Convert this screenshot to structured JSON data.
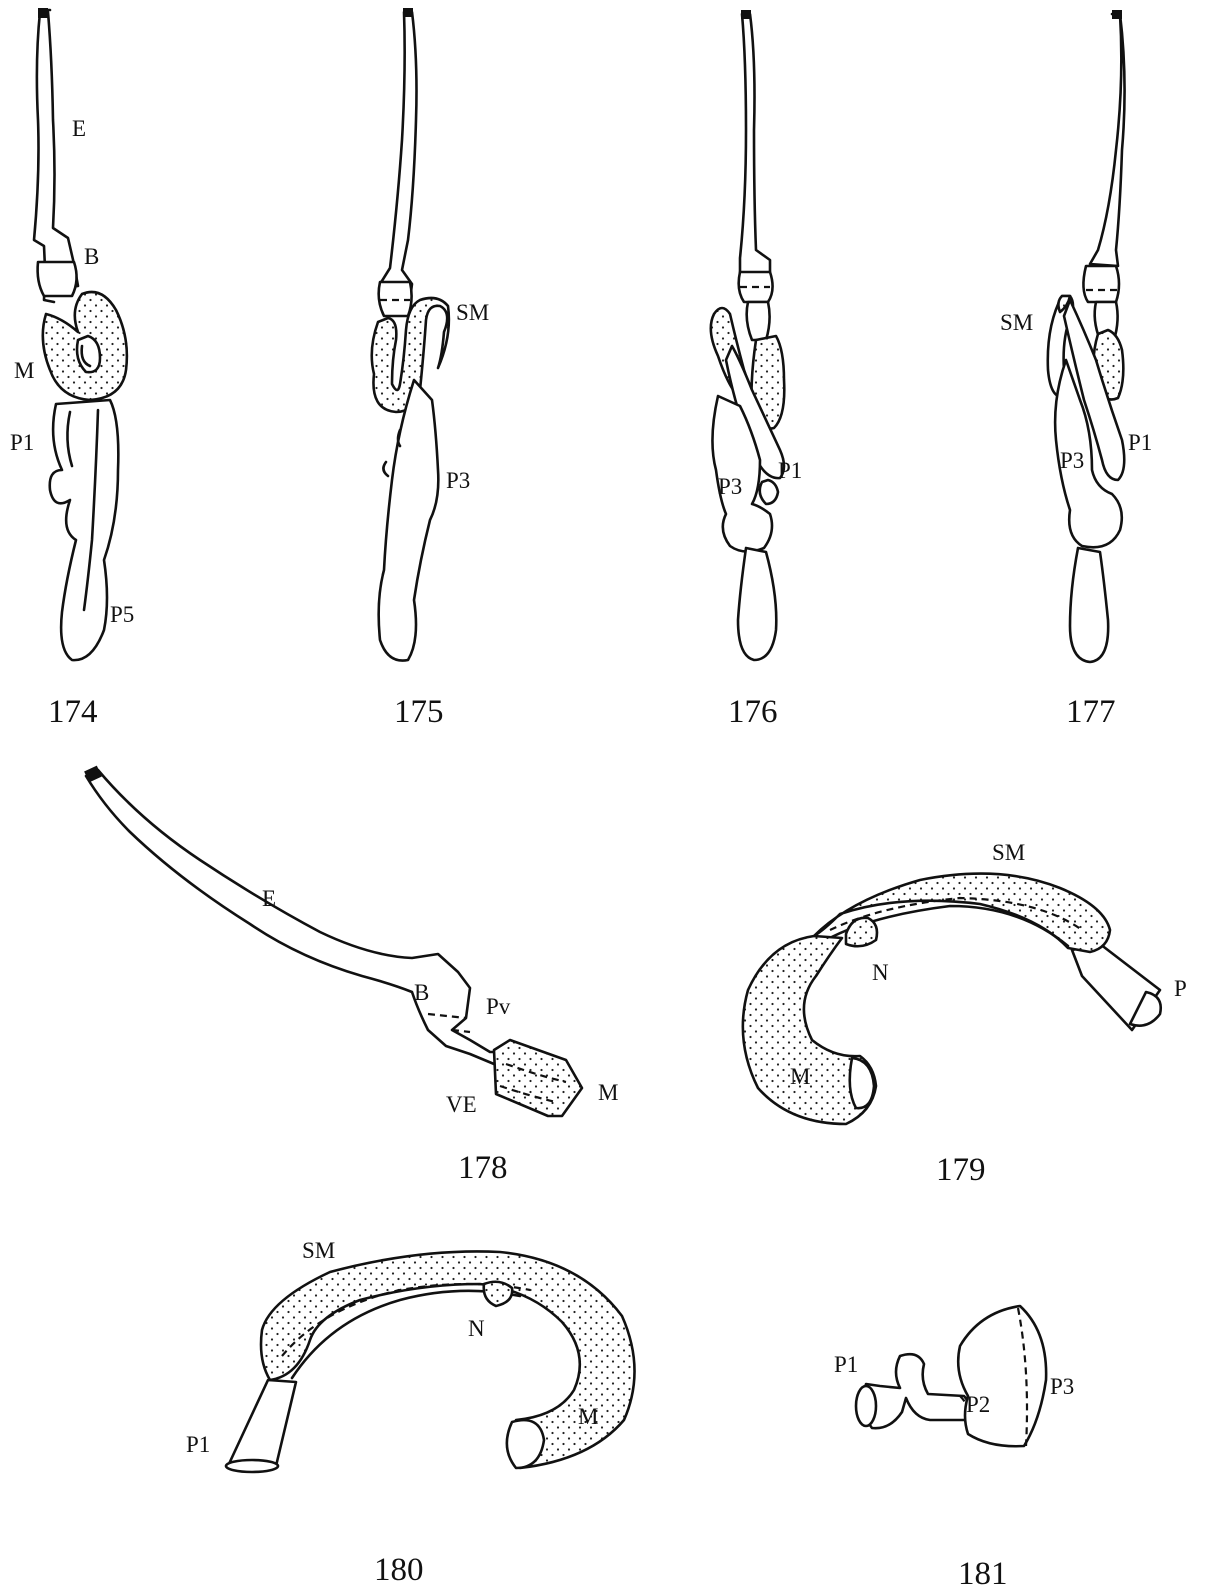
{
  "figures": [
    {
      "number": "174",
      "labels": [
        "E",
        "B",
        "M",
        "P1",
        "P5"
      ]
    },
    {
      "number": "175",
      "labels": [
        "SM",
        "P3"
      ]
    },
    {
      "number": "176",
      "labels": [
        "P3",
        "P1"
      ]
    },
    {
      "number": "177",
      "labels": [
        "SM",
        "P3",
        "P1"
      ]
    },
    {
      "number": "178",
      "labels": [
        "E",
        "B",
        "Pv",
        "VE",
        "M"
      ]
    },
    {
      "number": "179",
      "labels": [
        "SM",
        "N",
        "P",
        "M"
      ]
    },
    {
      "number": "180",
      "labels": [
        "SM",
        "N",
        "P1",
        "M"
      ]
    },
    {
      "number": "181",
      "labels": [
        "P1",
        "P2",
        "P3"
      ]
    }
  ],
  "style": {
    "ink": "#111111",
    "paper": "#ffffff",
    "stipple": "dotted-fill"
  }
}
